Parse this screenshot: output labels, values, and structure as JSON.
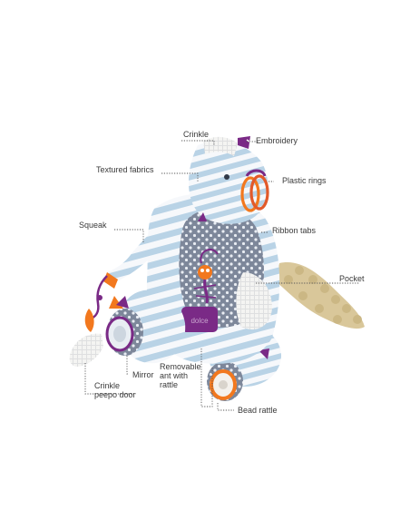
{
  "palette": {
    "stripe_blue": "#b9d3e6",
    "stripe_white": "#f6f8fb",
    "dot_grey": "#7d879a",
    "orange": "#f2781e",
    "purple": "#7a2a86",
    "tail": "#d9c79a",
    "label": "#3a3a3a"
  },
  "labels": {
    "crinkle": "Crinkle",
    "embroidery": "Embroidery",
    "textured_fabrics": "Textured fabrics",
    "plastic_rings": "Plastic rings",
    "squeak": "Squeak",
    "ribbon_tabs": "Ribbon tabs",
    "pocket": "Pocket",
    "mirror": "Mirror",
    "crinkle_peepo_door": "Crinkle\npeepo door",
    "removable_ant": "Removable\nant with\nrattle",
    "bead_rattle": "Bead rattle"
  }
}
